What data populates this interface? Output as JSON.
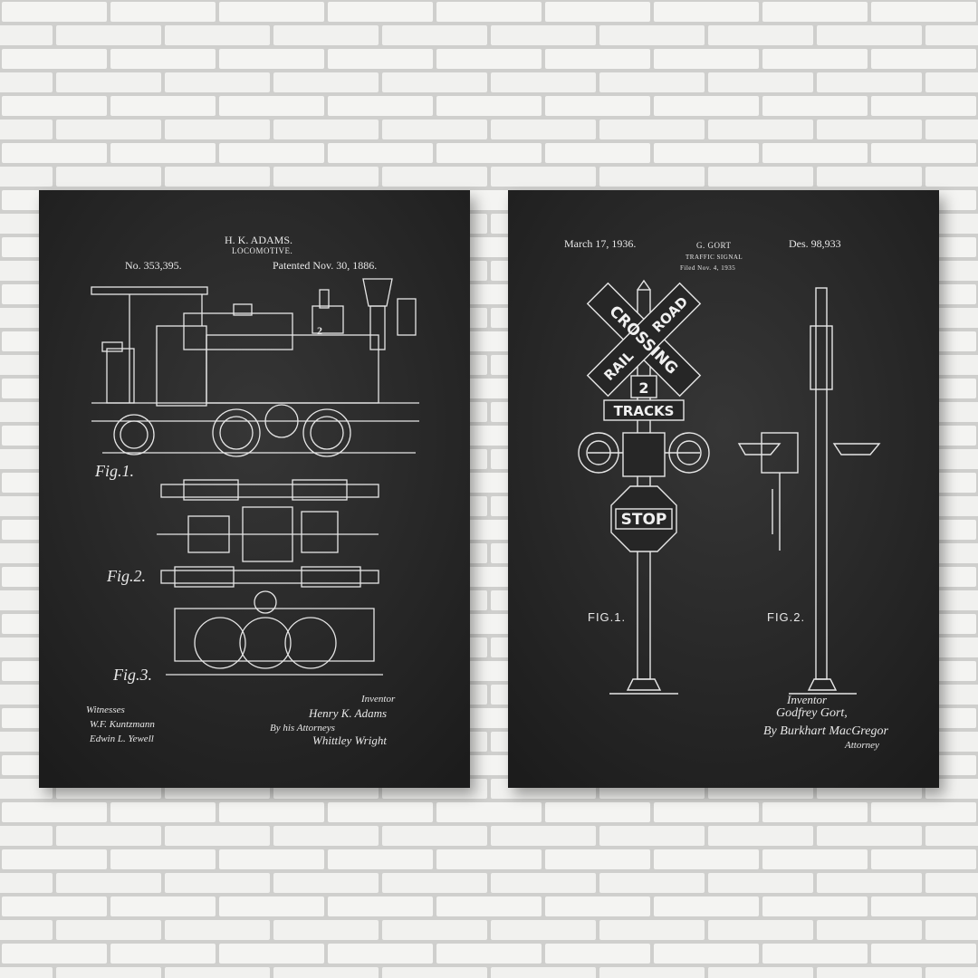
{
  "left_poster": {
    "inventor_name": "H. K. ADAMS.",
    "title": "LOCOMOTIVE.",
    "patent_no": "No. 353,395.",
    "patent_date": "Patented Nov. 30, 1886.",
    "fig1": "Fig.1.",
    "fig2": "Fig.2.",
    "fig3": "Fig.3.",
    "witnesses_label": "Witnesses",
    "witness1": "W.F. Kuntzmann",
    "witness2": "Edwin L. Yewell",
    "inventor_label": "Inventor",
    "inventor_signature": "Henry K. Adams",
    "by_attorneys": "By his Attorneys",
    "attorney_signature": "Whittley Wright",
    "cab_number": "2"
  },
  "right_poster": {
    "date": "March 17, 1936.",
    "inventor_name": "G. GORT",
    "title": "TRAFFIC SIGNAL",
    "filed": "Filed Nov. 4, 1935",
    "design_no": "Des. 98,933",
    "sign_rail": "RAIL",
    "sign_crossing": "CROSSING",
    "sign_road": "ROAD",
    "tracks_count": "2",
    "tracks_label": "TRACKS",
    "stop_label": "STOP",
    "fig1": "FIG.1.",
    "fig2": "FIG.2.",
    "inventor_label": "Inventor",
    "inventor_signature": "Godfrey Gort,",
    "by_attorney": "By Burkhart MacGregor",
    "attorney_label": "Attorney"
  }
}
